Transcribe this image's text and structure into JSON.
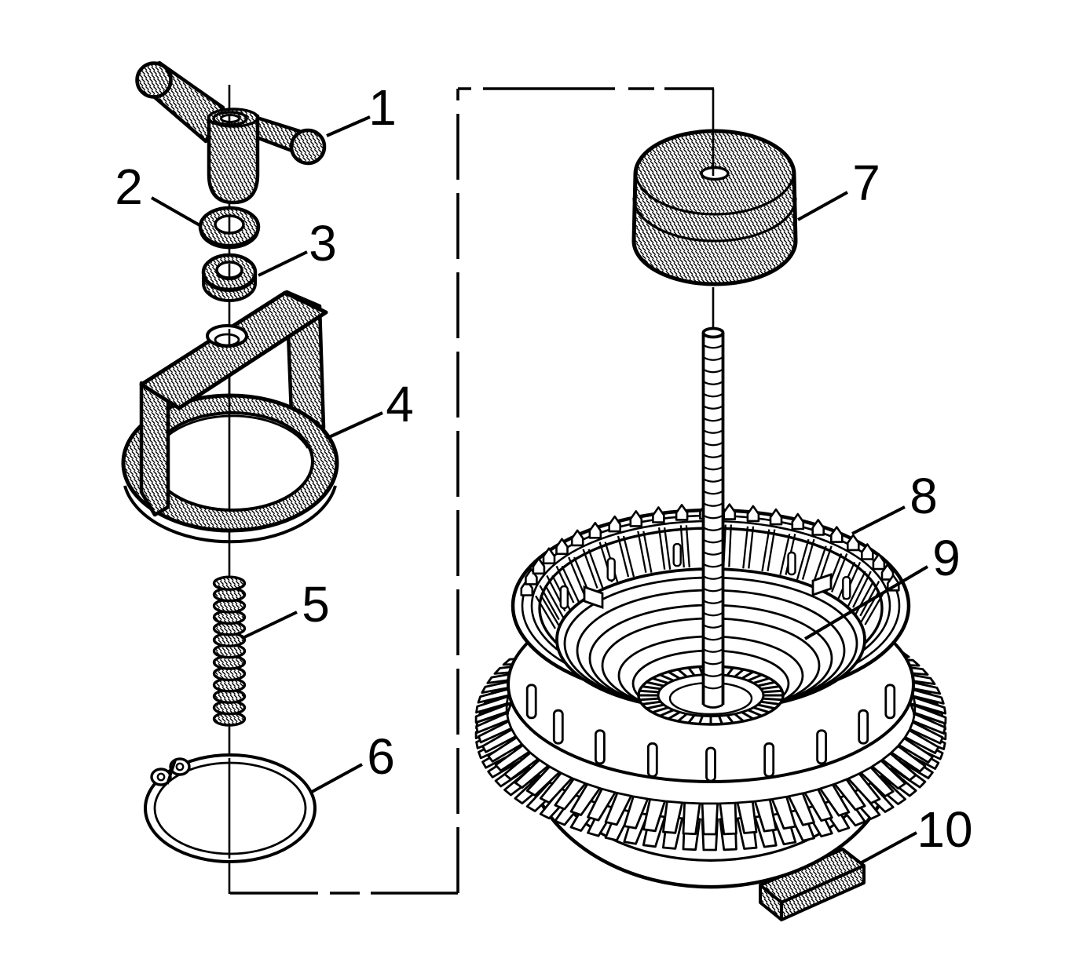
{
  "figure": {
    "callouts": [
      {
        "label": "1"
      },
      {
        "label": "2"
      },
      {
        "label": "3"
      },
      {
        "label": "4"
      },
      {
        "label": "5"
      },
      {
        "label": "6"
      },
      {
        "label": "7"
      },
      {
        "label": "8"
      },
      {
        "label": "9"
      },
      {
        "label": "10"
      }
    ],
    "colors": {
      "background": "#ffffff",
      "ink": "#000000"
    }
  }
}
